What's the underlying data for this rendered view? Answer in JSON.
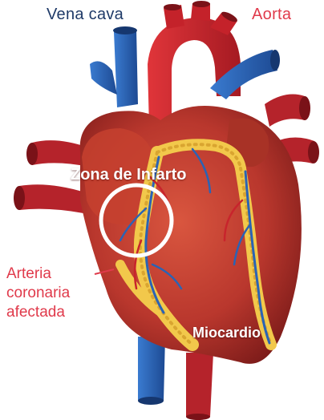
{
  "labels": {
    "vena_cava": "Vena cava",
    "aorta": "Aorta",
    "zona_infarto": "Zona de Infarto",
    "arteria_line1": "Arteria",
    "arteria_line2": "coronaria",
    "arteria_line3": "afectada",
    "miocardio": "Miocardio"
  },
  "colors": {
    "vein_blue": "#2a63b5",
    "artery_red": "#c8242c",
    "heart_muscle": "#b9372d",
    "fat_yellow": "#f2c84b",
    "label_red": "#e03a4b",
    "label_navy": "#1f3a68"
  }
}
